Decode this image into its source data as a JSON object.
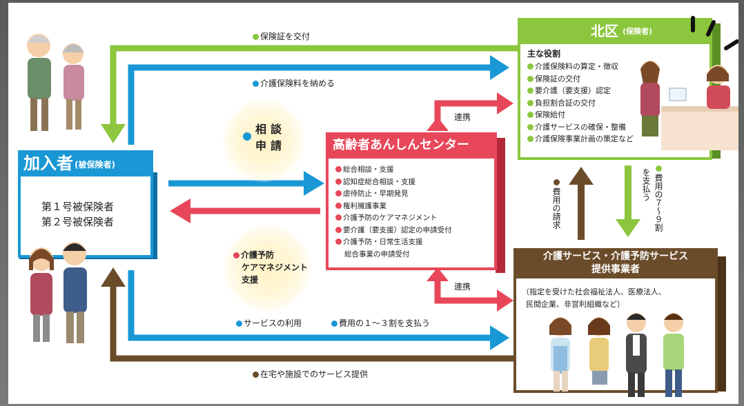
{
  "colors": {
    "green": "#8cc63e",
    "blue": "#1a98d5",
    "red": "#e8475a",
    "brown": "#6b4c2a",
    "green_dark": "#5a8f25",
    "red_dark": "#b3283b",
    "brown_dark": "#4a3319"
  },
  "member": {
    "title": "加入者",
    "title_sub": "(被保険者)",
    "line1": "第１号被保険者",
    "line2": "第２号被保険者"
  },
  "ward": {
    "title": "北区",
    "title_sub": "(保険者)",
    "role_heading": "主な役割",
    "roles": [
      "介護保険料の算定・徴収",
      "保険証の交付",
      "要介護（要支援）認定",
      "負担割合証の交付",
      "保険給付",
      "介護サービスの確保・整備",
      "介護保険事業計画の策定など"
    ]
  },
  "center": {
    "title": "高齢者あんしんセンター",
    "items": [
      "総合相談・支援",
      "認知症総合相談・支援",
      "虐待防止・早期発見",
      "権利擁護事業",
      "介護予防のケアマネジメント",
      "要介護（要支援）認定の申請受付",
      "介護予防・日常生活支援",
      "総合事業の申請受付"
    ]
  },
  "provider": {
    "title_line1": "介護サービス・介護予防サービス",
    "title_line2": "提供事業者",
    "desc_line1": "（指定を受けた社会福祉法人、医療法人、",
    "desc_line2": "民間企業、非営利組織など）"
  },
  "flows": {
    "insurance_card": "保険証を交付",
    "pay_premium": "介護保険料を納める",
    "consult": "相談",
    "apply": "申請",
    "coordination_top": "連携",
    "coordination_bottom": "連携",
    "care_support_1": "介護予防",
    "care_support_2": "ケアマネジメント",
    "care_support_3": "支援",
    "use_service": "サービスの利用",
    "pay_share": "費用の１～３割を支払う",
    "service_provision": "在宅や施設でのサービス提供",
    "claim_cost": "費用の請求",
    "pay_7_9_a": "費用の７～９割",
    "pay_7_9_b": "を支払う"
  }
}
